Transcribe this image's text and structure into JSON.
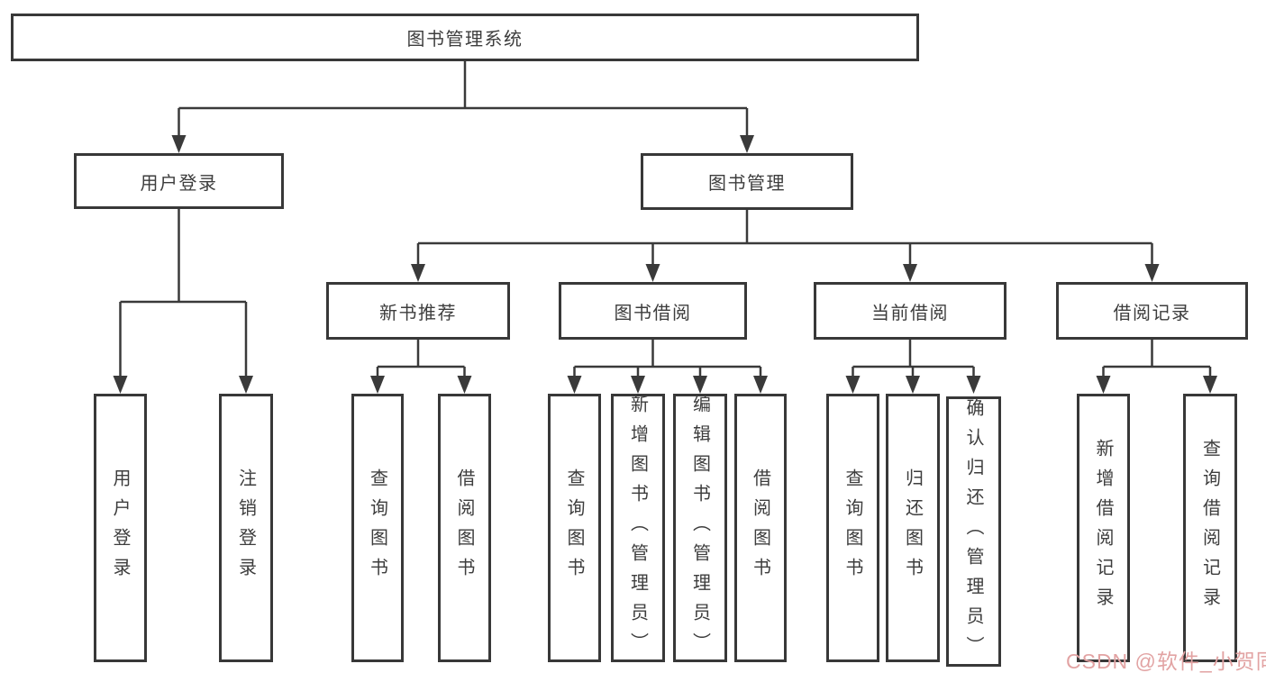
{
  "tree": {
    "label": "图书管理系统",
    "children": [
      {
        "label": "用户登录",
        "children": [
          {
            "label": "用户登录"
          },
          {
            "label": "注销登录"
          }
        ]
      },
      {
        "label": "图书管理",
        "children": [
          {
            "label": "新书推荐",
            "children": [
              {
                "label": "查询图书"
              },
              {
                "label": "借阅图书"
              }
            ]
          },
          {
            "label": "图书借阅",
            "children": [
              {
                "label": "查询图书"
              },
              {
                "label": "新增图书（管理员）"
              },
              {
                "label": "编辑图书（管理员）"
              },
              {
                "label": "借阅图书"
              }
            ]
          },
          {
            "label": "当前借阅",
            "children": [
              {
                "label": "查询图书"
              },
              {
                "label": "归还图书"
              },
              {
                "label": "确认归还（管理员）"
              }
            ]
          },
          {
            "label": "借阅记录",
            "children": [
              {
                "label": "新增借阅记录"
              },
              {
                "label": "查询借阅记录"
              }
            ]
          }
        ]
      }
    ]
  },
  "watermark": {
    "text": "CSDN @软件_小贺同学"
  },
  "colors": {
    "line": "#3a3a3a",
    "box_border": "#383838",
    "text": "#3d3d3d",
    "watermark": "#e2a3a3",
    "background": "#ffffff"
  }
}
